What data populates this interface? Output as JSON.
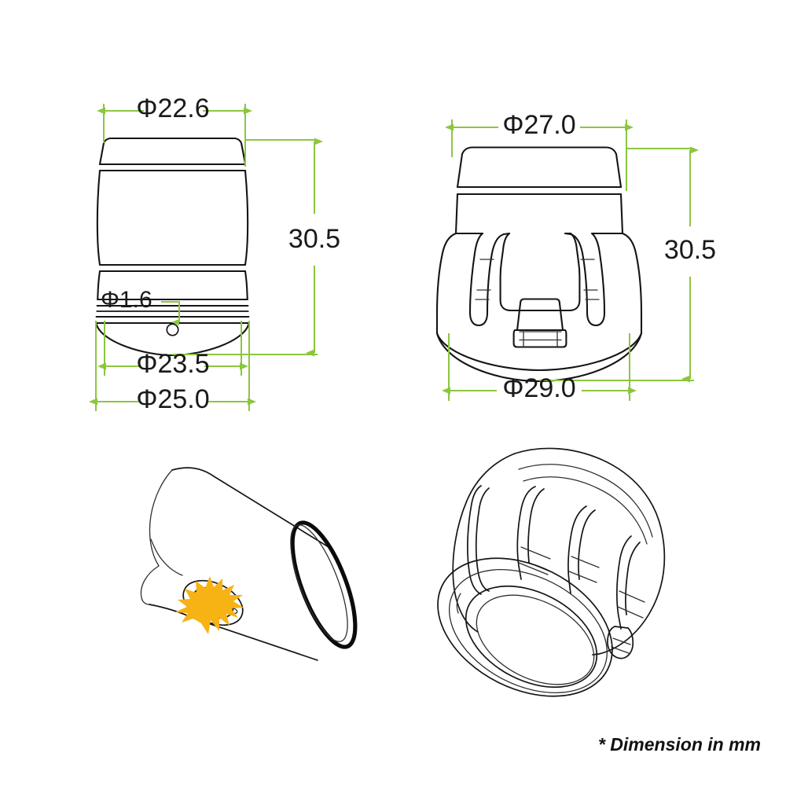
{
  "sheet": {
    "background_color": "#FFFFFF",
    "line_color": "#151515",
    "dimension_color": "#8CC63F",
    "highlight_color": "#F7B214",
    "footnote": "* Dimension in mm"
  },
  "views": {
    "top_left": {
      "name": "front-elevation-view",
      "dimensions": {
        "top_diameter": "Φ22.6",
        "height": "30.5",
        "hole_diameter": "Φ1.6",
        "inner_base_diameter": "Φ23.5",
        "outer_base_diameter": "Φ25.0"
      }
    },
    "top_right": {
      "name": "side-elevation-view",
      "dimensions": {
        "top_diameter": "Φ27.0",
        "height": "30.5",
        "base_diameter": "Φ29.0"
      }
    },
    "bottom_left": {
      "name": "isometric-tube-view",
      "callout": "vent-hole-highlight"
    },
    "bottom_right": {
      "name": "isometric-cap-view"
    }
  },
  "chart_data": {
    "type": "table",
    "title": "Component dimensional drawing",
    "units": "mm",
    "categories": [
      "Φ22.6",
      "30.5",
      "Φ1.6",
      "Φ23.5",
      "Φ25.0",
      "Φ27.0",
      "Φ29.0"
    ],
    "values": [
      22.6,
      30.5,
      1.6,
      23.5,
      25.0,
      27.0,
      29.0
    ],
    "series": [
      {
        "name": "front-elevation-view",
        "labels": [
          "Φ22.6",
          "30.5",
          "Φ1.6",
          "Φ23.5",
          "Φ25.0"
        ],
        "values": [
          22.6,
          30.5,
          1.6,
          23.5,
          25.0
        ]
      },
      {
        "name": "side-elevation-view",
        "labels": [
          "Φ27.0",
          "30.5",
          "Φ29.0"
        ],
        "values": [
          27.0,
          30.5,
          29.0
        ]
      }
    ],
    "xlabel": "",
    "ylabel": "",
    "annotations": [
      "* Dimension in mm"
    ]
  }
}
